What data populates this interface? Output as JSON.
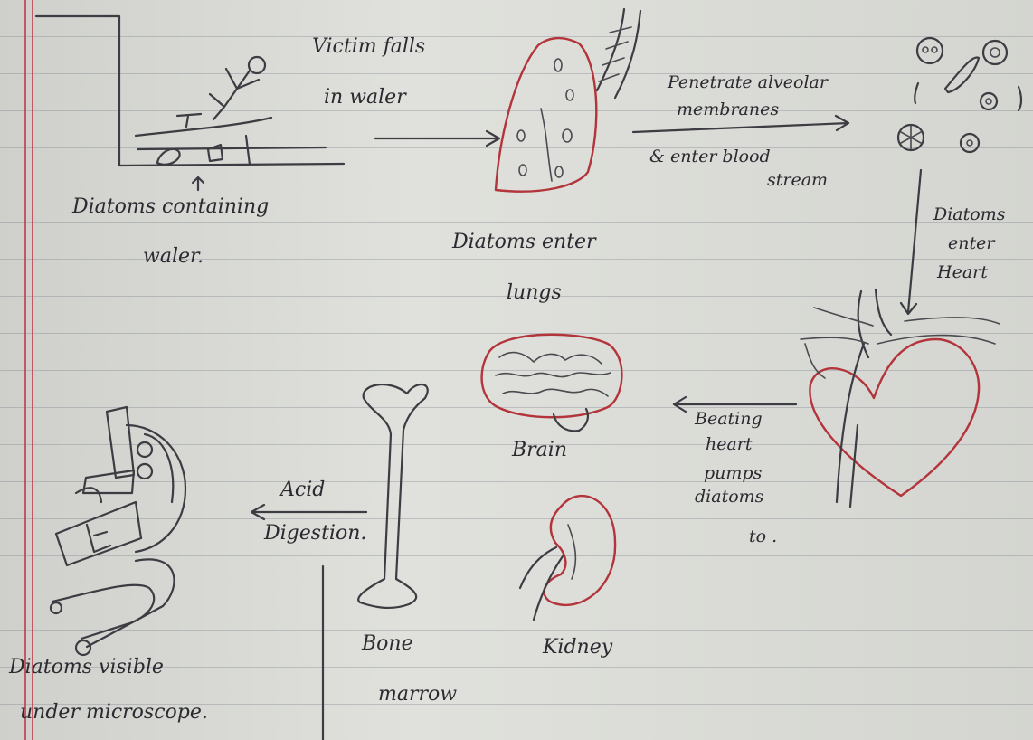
{
  "labels": {
    "victim_falls": "Victim falls",
    "in_water": "in waler",
    "diatoms_water_1": "Diatoms containing",
    "diatoms_water_2": "waler.",
    "penetrate_1": "Penetrate alveolar",
    "penetrate_2": "membranes",
    "penetrate_3": "& enter blood",
    "penetrate_4": "stream",
    "diatoms_lungs_1": "Diatoms enter",
    "diatoms_lungs_2": "lungs",
    "diatoms_heart_1": "Diatoms",
    "diatoms_heart_2": "enter",
    "diatoms_heart_3": "Heart",
    "beating_1": "Beating",
    "beating_2": "heart",
    "beating_3": "pumps",
    "beating_4": "diatoms",
    "beating_5": "to .",
    "brain": "Brain",
    "acid_1": "Acid",
    "acid_2": "Digestion.",
    "bone_1": "Bone",
    "bone_2": "marrow",
    "kidney": "Kidney",
    "microscope_1": "Diatoms visible",
    "microscope_2": "under microscope."
  },
  "colors": {
    "ink": "#3c3c42",
    "red_ink": "#b3343a",
    "paper": "#d9dad6"
  }
}
